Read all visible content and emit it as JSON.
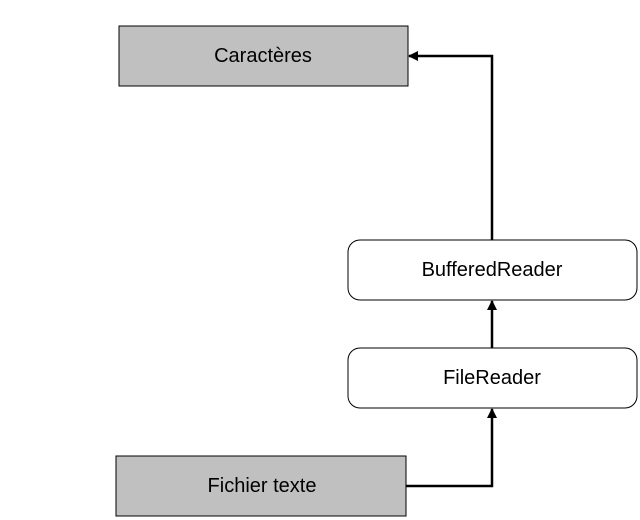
{
  "diagram": {
    "nodes": {
      "caracteres": {
        "label": "Caractères",
        "fill": "#c0c0c0",
        "shape": "rectangle"
      },
      "buffered_reader": {
        "label": "BufferedReader",
        "fill": "#ffffff",
        "shape": "rounded-rectangle"
      },
      "file_reader": {
        "label": "FileReader",
        "fill": "#ffffff",
        "shape": "rounded-rectangle"
      },
      "fichier_texte": {
        "label": "Fichier texte",
        "fill": "#c0c0c0",
        "shape": "rectangle"
      }
    },
    "edges": [
      {
        "from": "Fichier texte",
        "to": "FileReader"
      },
      {
        "from": "FileReader",
        "to": "BufferedReader"
      },
      {
        "from": "BufferedReader",
        "to": "Caractères"
      }
    ],
    "colors": {
      "stroke": "#000000",
      "box_fill_gray": "#c0c0c0",
      "box_fill_white": "#ffffff"
    }
  }
}
